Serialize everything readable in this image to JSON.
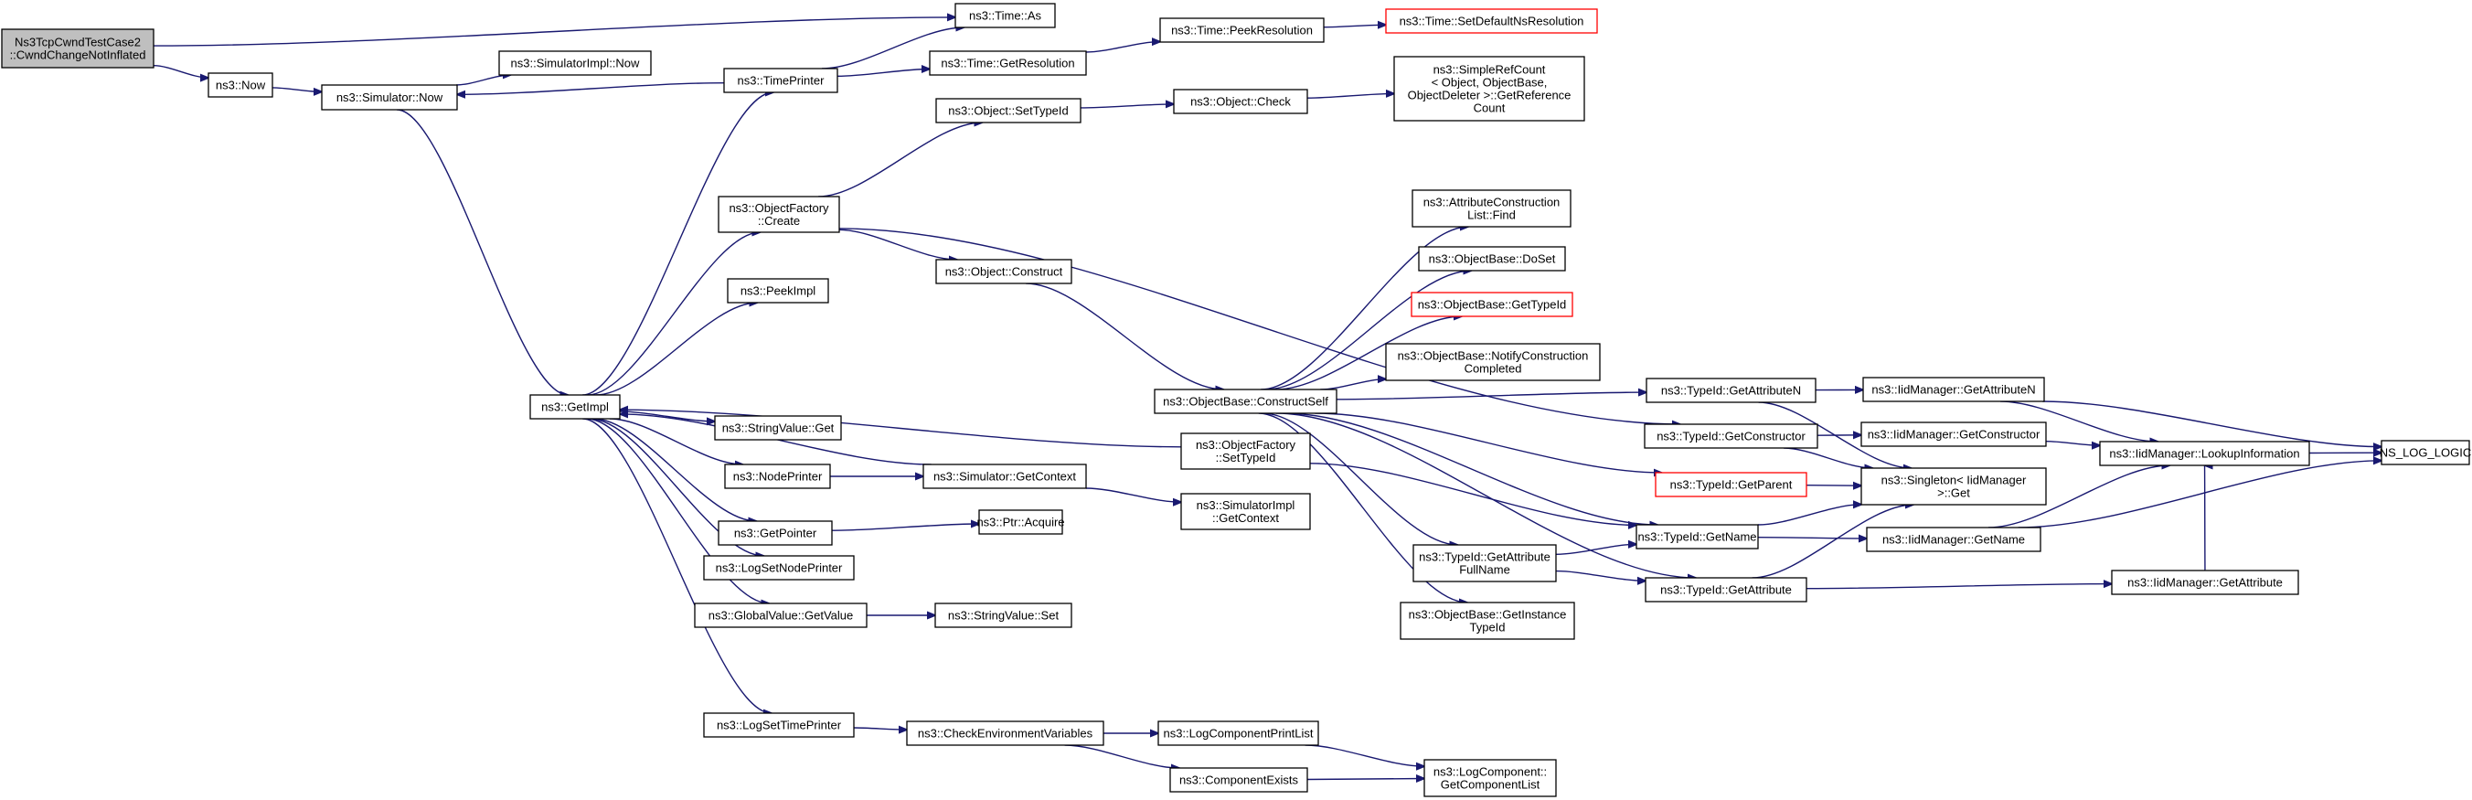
{
  "diagram": {
    "colors": {
      "edge": "#191970",
      "root_fill": "#bfbfbf",
      "truncated_border": "#ff0000",
      "node_border": "#000000"
    },
    "nodes": [
      {
        "id": "root",
        "lines": [
          "Ns3TcpCwndTestCase2",
          "::CwndChangeNotInflated"
        ],
        "root": true
      },
      {
        "id": "now",
        "lines": [
          "ns3::Now"
        ]
      },
      {
        "id": "sim_now",
        "lines": [
          "ns3::Simulator::Now"
        ]
      },
      {
        "id": "simimpl_now",
        "lines": [
          "ns3::SimulatorImpl::Now"
        ]
      },
      {
        "id": "time_as",
        "lines": [
          "ns3::Time::As"
        ]
      },
      {
        "id": "timeprinter",
        "lines": [
          "ns3::TimePrinter"
        ]
      },
      {
        "id": "getres",
        "lines": [
          "ns3::Time::GetResolution"
        ]
      },
      {
        "id": "peekres",
        "lines": [
          "ns3::Time::PeekResolution"
        ]
      },
      {
        "id": "setdefres",
        "lines": [
          "ns3::Time::SetDefaultNsResolution"
        ],
        "truncated": true
      },
      {
        "id": "settypeid",
        "lines": [
          "ns3::Object::SetTypeId"
        ]
      },
      {
        "id": "objcheck",
        "lines": [
          "ns3::Object::Check"
        ]
      },
      {
        "id": "refcount",
        "lines": [
          "ns3::SimpleRefCount",
          "< Object, ObjectBase,",
          "ObjectDeleter >::GetReference",
          "Count"
        ]
      },
      {
        "id": "of_create",
        "lines": [
          "ns3::ObjectFactory",
          "::Create"
        ]
      },
      {
        "id": "obj_construct",
        "lines": [
          "ns3::Object::Construct"
        ]
      },
      {
        "id": "peekimpl",
        "lines": [
          "ns3::PeekImpl"
        ]
      },
      {
        "id": "getimpl",
        "lines": [
          "ns3::GetImpl"
        ]
      },
      {
        "id": "sv_get",
        "lines": [
          "ns3::StringValue::Get"
        ]
      },
      {
        "id": "nodeprinter",
        "lines": [
          "ns3::NodePrinter"
        ]
      },
      {
        "id": "sim_getctx",
        "lines": [
          "ns3::Simulator::GetContext"
        ]
      },
      {
        "id": "getpointer",
        "lines": [
          "ns3::GetPointer"
        ]
      },
      {
        "id": "ptr_acquire",
        "lines": [
          "ns3::Ptr::Acquire"
        ]
      },
      {
        "id": "lognodeprinter",
        "lines": [
          "ns3::LogSetNodePrinter"
        ]
      },
      {
        "id": "gv_getvalue",
        "lines": [
          "ns3::GlobalValue::GetValue"
        ]
      },
      {
        "id": "sv_set",
        "lines": [
          "ns3::StringValue::Set"
        ]
      },
      {
        "id": "logtimeprinter",
        "lines": [
          "ns3::LogSetTimePrinter"
        ]
      },
      {
        "id": "checkenv",
        "lines": [
          "ns3::CheckEnvironmentVariables"
        ]
      },
      {
        "id": "logcompprint",
        "lines": [
          "ns3::LogComponentPrintList"
        ]
      },
      {
        "id": "compexists",
        "lines": [
          "ns3::ComponentExists"
        ]
      },
      {
        "id": "getcomplist",
        "lines": [
          "ns3::LogComponent::",
          "GetComponentList"
        ]
      },
      {
        "id": "constructself",
        "lines": [
          "ns3::ObjectBase::ConstructSelf"
        ]
      },
      {
        "id": "acl_find",
        "lines": [
          "ns3::AttributeConstruction",
          "List::Find"
        ]
      },
      {
        "id": "doset",
        "lines": [
          "ns3::ObjectBase::DoSet"
        ]
      },
      {
        "id": "ob_gettypeid",
        "lines": [
          "ns3::ObjectBase::GetTypeId"
        ],
        "truncated": true
      },
      {
        "id": "notifyconstr",
        "lines": [
          "ns3::ObjectBase::NotifyConstruction",
          "Completed"
        ]
      },
      {
        "id": "of_settypeid",
        "lines": [
          "ns3::ObjectFactory",
          "::SetTypeId"
        ]
      },
      {
        "id": "simimpl_getctx",
        "lines": [
          "ns3::SimulatorImpl",
          "::GetContext"
        ]
      },
      {
        "id": "tid_getattrfull",
        "lines": [
          "ns3::TypeId::GetAttribute",
          "FullName"
        ]
      },
      {
        "id": "ob_getinsttid",
        "lines": [
          "ns3::ObjectBase::GetInstance",
          "TypeId"
        ]
      },
      {
        "id": "tid_getattrn",
        "lines": [
          "ns3::TypeId::GetAttributeN"
        ]
      },
      {
        "id": "tid_getconstr",
        "lines": [
          "ns3::TypeId::GetConstructor"
        ]
      },
      {
        "id": "tid_getparent",
        "lines": [
          "ns3::TypeId::GetParent"
        ],
        "truncated": true
      },
      {
        "id": "tid_getname",
        "lines": [
          "ns3::TypeId::GetName"
        ]
      },
      {
        "id": "tid_getattr",
        "lines": [
          "ns3::TypeId::GetAttribute"
        ]
      },
      {
        "id": "singleton",
        "lines": [
          "ns3::Singleton< IidManager",
          ">::Get"
        ]
      },
      {
        "id": "iid_getattrn",
        "lines": [
          "ns3::IidManager::GetAttributeN"
        ]
      },
      {
        "id": "iid_getconstr",
        "lines": [
          "ns3::IidManager::GetConstructor"
        ]
      },
      {
        "id": "iid_lookup",
        "lines": [
          "ns3::IidManager::LookupInformation"
        ]
      },
      {
        "id": "iid_getname",
        "lines": [
          "ns3::IidManager::GetName"
        ]
      },
      {
        "id": "iid_getattr",
        "lines": [
          "ns3::IidManager::GetAttribute"
        ]
      },
      {
        "id": "ns_log_logic",
        "lines": [
          "NS_LOG_LOGIC"
        ]
      }
    ],
    "edges": [
      [
        "root",
        "time_as"
      ],
      [
        "root",
        "now"
      ],
      [
        "now",
        "sim_now"
      ],
      [
        "sim_now",
        "simimpl_now"
      ],
      [
        "sim_now",
        "getimpl"
      ],
      [
        "timeprinter",
        "sim_now"
      ],
      [
        "timeprinter",
        "time_as"
      ],
      [
        "timeprinter",
        "getres"
      ],
      [
        "getres",
        "peekres"
      ],
      [
        "peekres",
        "setdefres"
      ],
      [
        "getimpl",
        "timeprinter"
      ],
      [
        "getimpl",
        "of_create"
      ],
      [
        "getimpl",
        "peekimpl"
      ],
      [
        "getimpl",
        "sv_get"
      ],
      [
        "getimpl",
        "nodeprinter"
      ],
      [
        "getimpl",
        "getpointer"
      ],
      [
        "getimpl",
        "lognodeprinter"
      ],
      [
        "getimpl",
        "gv_getvalue"
      ],
      [
        "getimpl",
        "logtimeprinter"
      ],
      [
        "of_create",
        "settypeid"
      ],
      [
        "settypeid",
        "objcheck"
      ],
      [
        "objcheck",
        "refcount"
      ],
      [
        "of_create",
        "obj_construct"
      ],
      [
        "of_create",
        "tid_getconstr"
      ],
      [
        "obj_construct",
        "constructself"
      ],
      [
        "nodeprinter",
        "sim_getctx"
      ],
      [
        "sim_getctx",
        "getimpl"
      ],
      [
        "sim_getctx",
        "simimpl_getctx"
      ],
      [
        "getpointer",
        "ptr_acquire"
      ],
      [
        "gv_getvalue",
        "sv_set"
      ],
      [
        "logtimeprinter",
        "checkenv"
      ],
      [
        "checkenv",
        "logcompprint"
      ],
      [
        "checkenv",
        "compexists"
      ],
      [
        "logcompprint",
        "getcomplist"
      ],
      [
        "compexists",
        "getcomplist"
      ],
      [
        "of_settypeid",
        "getimpl"
      ],
      [
        "of_settypeid",
        "tid_getname"
      ],
      [
        "constructself",
        "acl_find"
      ],
      [
        "constructself",
        "doset"
      ],
      [
        "constructself",
        "ob_gettypeid"
      ],
      [
        "constructself",
        "notifyconstr"
      ],
      [
        "constructself",
        "tid_getattrn"
      ],
      [
        "constructself",
        "tid_getparent"
      ],
      [
        "constructself",
        "tid_getattrfull"
      ],
      [
        "constructself",
        "ob_getinsttid"
      ],
      [
        "constructself",
        "tid_getname"
      ],
      [
        "constructself",
        "tid_getattr"
      ],
      [
        "tid_getattrn",
        "iid_getattrn"
      ],
      [
        "tid_getattrn",
        "singleton"
      ],
      [
        "tid_getconstr",
        "iid_getconstr"
      ],
      [
        "tid_getconstr",
        "singleton"
      ],
      [
        "tid_getparent",
        "singleton"
      ],
      [
        "tid_getname",
        "singleton"
      ],
      [
        "tid_getname",
        "iid_getname"
      ],
      [
        "tid_getattrfull",
        "tid_getname"
      ],
      [
        "tid_getattrfull",
        "tid_getattr"
      ],
      [
        "tid_getattr",
        "singleton"
      ],
      [
        "tid_getattr",
        "iid_getattr"
      ],
      [
        "iid_getattrn",
        "iid_lookup"
      ],
      [
        "iid_getattrn",
        "ns_log_logic"
      ],
      [
        "iid_getconstr",
        "iid_lookup"
      ],
      [
        "iid_lookup",
        "ns_log_logic"
      ],
      [
        "iid_getname",
        "iid_lookup"
      ],
      [
        "iid_getname",
        "ns_log_logic"
      ],
      [
        "iid_getattr",
        "iid_lookup"
      ]
    ]
  }
}
